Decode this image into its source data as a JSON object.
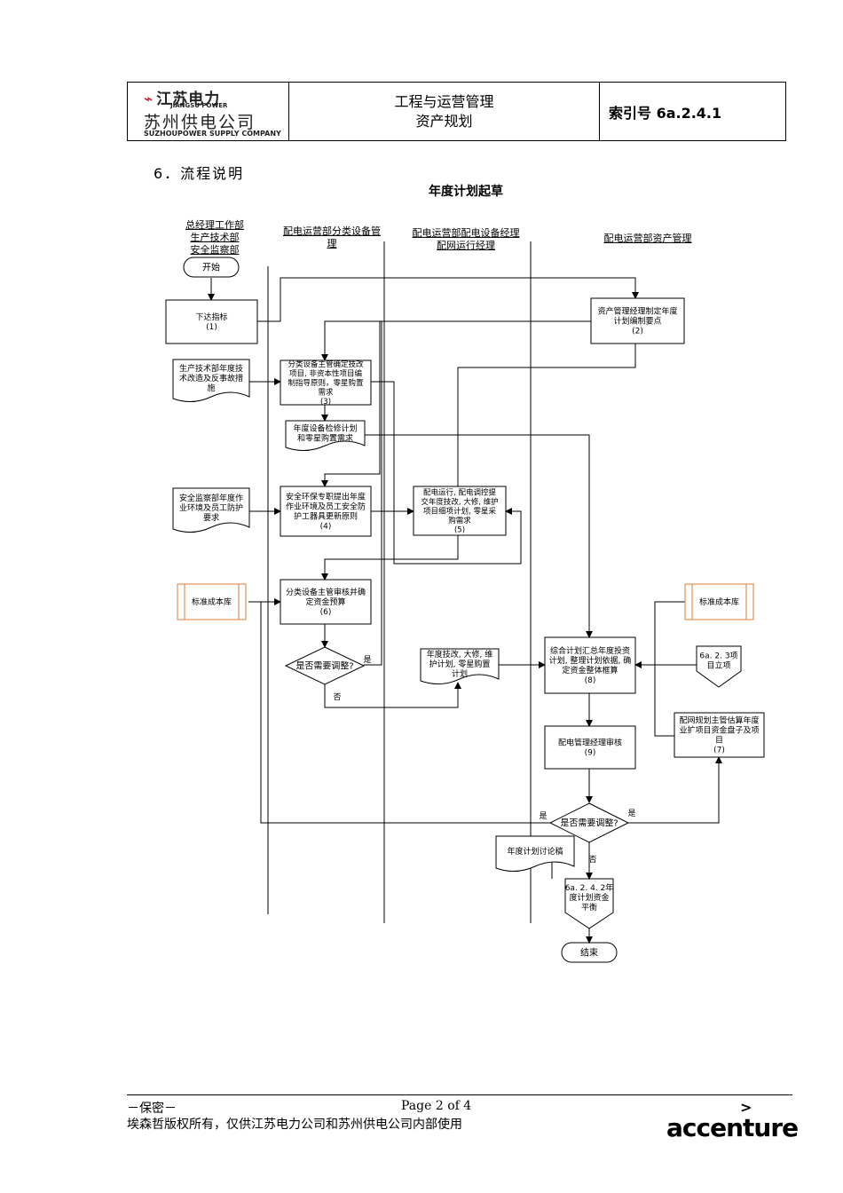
{
  "header": {
    "logo_cn_top": "江苏电力",
    "logo_en_top": "JIANGSU POWER",
    "logo_cn_bottom": "苏州供电公司",
    "logo_en_bottom": "SUZHOUPOWER SUPPLY COMPANY",
    "title_line1": "工程与运营管理",
    "title_line2": "资产规划",
    "index": "索引号 6a.2.4.1"
  },
  "section_heading": "6．流程说明",
  "flow_title": "年度计划起草",
  "lanes": {
    "l1": [
      "总经理工作部",
      "生产技术部",
      "安全监察部"
    ],
    "l2": [
      "配电运营部分类设备管",
      "理"
    ],
    "l3": [
      "配电运营部配电设备经理",
      "配网运行经理"
    ],
    "l4": [
      "配电运营部资产管理"
    ]
  },
  "nodes": {
    "start": "开始",
    "n1": [
      "下达指标",
      "(1)"
    ],
    "n2": [
      "资产管理经理制定年度",
      "计划编制要点",
      "(2)"
    ],
    "doc_prod": [
      "生产技术部年度技",
      "术改造及反事故措",
      "施"
    ],
    "n3": [
      "分类设备主管确定技改",
      "项目, 非资本性项目编",
      "制指导原则，零星购置",
      "需求",
      "(3)"
    ],
    "doc_maint": [
      "年度设备检修计划",
      "和零星购置需求"
    ],
    "doc_safe": [
      "安全监察部年度作",
      "业环境及员工防护",
      "要求"
    ],
    "n4": [
      "安全环保专职提出年度",
      "作业环境及员工安全防",
      "护工器具更新原则",
      "(4)"
    ],
    "n5": [
      "配电运行, 配电调控提",
      "交年度技改, 大修, 维护",
      "项目细项计划, 零星采",
      "购需求",
      "(5)"
    ],
    "std1": "标准成本库",
    "n6": [
      "分类设备主管审核并确",
      "定资金预算",
      "(6)"
    ],
    "d1": "是否需要调整?",
    "yes": "是",
    "no": "否",
    "doc_plan": [
      "年度技改, 大修, 维",
      "护计划, 零星购置",
      "计划"
    ],
    "n8": [
      "综合计划汇总年度投资",
      "计划, 整理计划依据, 确",
      "定资金整体框算",
      "(8)"
    ],
    "std2": "标准成本库",
    "off1": [
      "6a. 2. 3项",
      "目立项"
    ],
    "n7": [
      "配网规划主管估算年度",
      "业扩项目资金盘子及项",
      "目",
      "(7)"
    ],
    "n9": [
      "配电管理经理审核",
      "(9)"
    ],
    "d2": "是否需要调整?",
    "doc_draft": "年度计划讨论稿",
    "off2": [
      "6a. 2. 4. 2年",
      "度计划资金",
      "平衡"
    ],
    "end": "结束"
  },
  "footer": {
    "confidential": "－保密－",
    "page": "Page 2 of 4",
    "copyright": "埃森哲版权所有，仅供江苏电力公司和苏州供电公司内部使用",
    "brand": "accenture"
  }
}
